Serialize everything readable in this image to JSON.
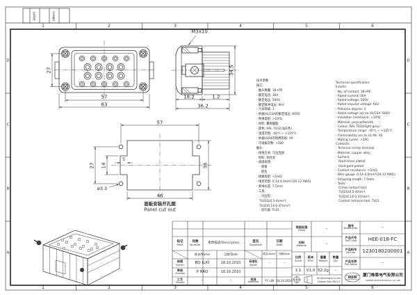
{
  "frame": {
    "cols": [
      "1",
      "2",
      "3",
      "4",
      "5",
      "6"
    ],
    "rows": [
      "D",
      "C",
      "B",
      "A"
    ],
    "rev_strip": {
      "cell_a": "更改单号",
      "cell_b": "日期/Date"
    }
  },
  "front_view": {
    "dim_height": "27",
    "dim_inner_width": "57",
    "dim_outer_width": "63"
  },
  "side_view": {
    "thread_label": "M3x10",
    "dim_flange": "18.2",
    "dim_gap": "1.2",
    "dim_total": "36.2",
    "dim_height": "34.5"
  },
  "cutout_view": {
    "dim_top": "57",
    "dim_bottom": "48",
    "dim_holes_v": "27",
    "dim_notch_h": "14",
    "dim_notch_d": "5",
    "dim_height": "36",
    "dim_hole": "ø3.3",
    "caption_zh": "面板安装开孔图",
    "caption_en": "Panel cut out"
  },
  "spec": {
    "zh": [
      "技术参数:",
      "插芯:",
      "- 触头数量: 18+PE",
      "- 额定电流: 16A",
      "- 额定电压: 500V",
      "- 额定脉冲电压: 6kV",
      "- 污染等级: 3",
      "- 依据UL/CSA的额定电压: 600V",
      "- 绝缘电阻: >10⁸Ω",
      "- 材料: 聚碳酸酯",
      "- 颜色: RAL 7032(浅灰色)",
      "- 温度范围: -40℃ ~ +125℃",
      "- 依据UL94的阻燃等级: V0",
      "- 可插拔次数: >500",
      "触头:",
      "- 接线方式: 冷压连接",
      "- 材料: 铜合金",
      "- 表面处理:",
      "   · 镀银",
      "   · 镀金",
      "- 接触电阻: <1mΩ",
      "- 线径范围: 0.14-4.0mm²(26-12 AWG)",
      "- 剥线长度: 7.5mm",
      "- 工具:",
      "   · 冷压钳:",
      "   TL02G(0.5-4mm²)",
      "   TL02(0.14-0.37mm²)",
      "   · 退针器: TL01"
    ],
    "en": [
      "Technical specification:",
      "Inserts:",
      "- No. of contact: 18+PE",
      "- Rated current: 16A",
      "- Rated voltage: 500V",
      "- Rated impulse voltage: 6kV",
      "- Pollution degree: 3",
      "- Rated voltage acc.to UL/CSA: 600V",
      "- Insulation resistance: >10⁸Ω",
      "- Material: polycarbonate",
      "- Colour: RAL 7032(light grey)",
      "- Temperature range: -40℃ ~ +125℃",
      "- Flammability acc.to UL 94: V0",
      "- Mating cycles: >500",
      "Contacts:",
      "- Terminal: crimp terminal",
      "- Material: copper alloy",
      "- Surface:",
      "   Hard-silver plated",
      "   Hard-gold plated",
      "- Contact resistance: <1mΩ",
      "- Wire gauge: 0.14-4.0mm²(26-12 AWG)",
      "- Stripping length: 7.5mm",
      "- Tools:",
      "   Crimp contact tool:",
      "   TL02G(0.5-4mm²)",
      "   TL02(0.14-0.37mm²)",
      "   Contact removal tool: TL01"
    ]
  },
  "title_block": {
    "rev_table": {
      "mark_zh": "标记",
      "mark_en": "Mark",
      "number_zh": "处数",
      "number_en": "Number",
      "description": "更改描述/Description",
      "signature_zh": "签名",
      "signature_en": "Signature",
      "date_zh": "日期",
      "date_en": "Date",
      "name_hdr": "姓名/Name",
      "date_hdr": "日期/Date",
      "drawn_zh": "绘图",
      "drawn_en": "Drawn",
      "drawn_name": "BQ LUO",
      "drawn_date": "18.10.2010",
      "stand_zh": "标准化",
      "stand_en": "Stand.",
      "stand_name": "–",
      "stand_date": "–",
      "checked_zh": "审核",
      "checked_en": "Checked",
      "checked_name": "P RAO",
      "checked_date": "18.10.2010",
      "process_zh": "工艺",
      "process_en": "Process",
      "process_name": "–",
      "process_date": "–",
      "approved_zh": "批准",
      "approved_en": "Approved",
      "approved_name": "YY LIN",
      "approved_date": "18.10.2010"
    },
    "info": {
      "finish_zh": "表面处理",
      "finish_en": "Finish",
      "finish_val": "–",
      "material_zh": "材料",
      "material_en": "Material",
      "material_val": "–",
      "scale_zh": "比例",
      "scale_en": "Scale",
      "scale_val": "1:1",
      "rev_zh": "版本",
      "rev_en": "REV.",
      "rev_val": "V1.0",
      "weight_zh": "重量",
      "weight_en": "Weight",
      "weight_val": "52.2g",
      "qty_zh": "数量",
      "qty_en": "Qty.",
      "qty_val": "–",
      "drawing_no_zh": "图号",
      "drawing_no_en": "Drawing No.",
      "drawing_no_val": "–",
      "part_code_zh": "产品代号",
      "part_code_en": "Part Code",
      "part_code_val": "HEE-018-FC",
      "part_no_zh": "产品料号",
      "part_no_en": "Part No.",
      "part_no_val": "1230180200001",
      "part_name_zh": "产品名称",
      "part_name_en": "Part Name",
      "part_name_val": "–",
      "note_line1": "All Dimensions in mm",
      "note_line2": "Original Size DIN A 4",
      "logo_text": "WAIN",
      "company_zh": "厦门唯恩电气有限公司",
      "company_en": "XIAMEN WAIN ELECTRICAL CO.,LTD"
    }
  }
}
